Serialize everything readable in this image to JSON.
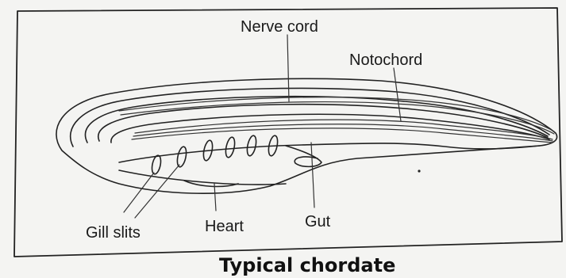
{
  "labels": {
    "nerve_cord": "Nerve cord",
    "notochord": "Notochord",
    "gill_slits": "Gill slits",
    "heart": "Heart",
    "gut": "Gut"
  },
  "caption": "Typical chordate"
}
